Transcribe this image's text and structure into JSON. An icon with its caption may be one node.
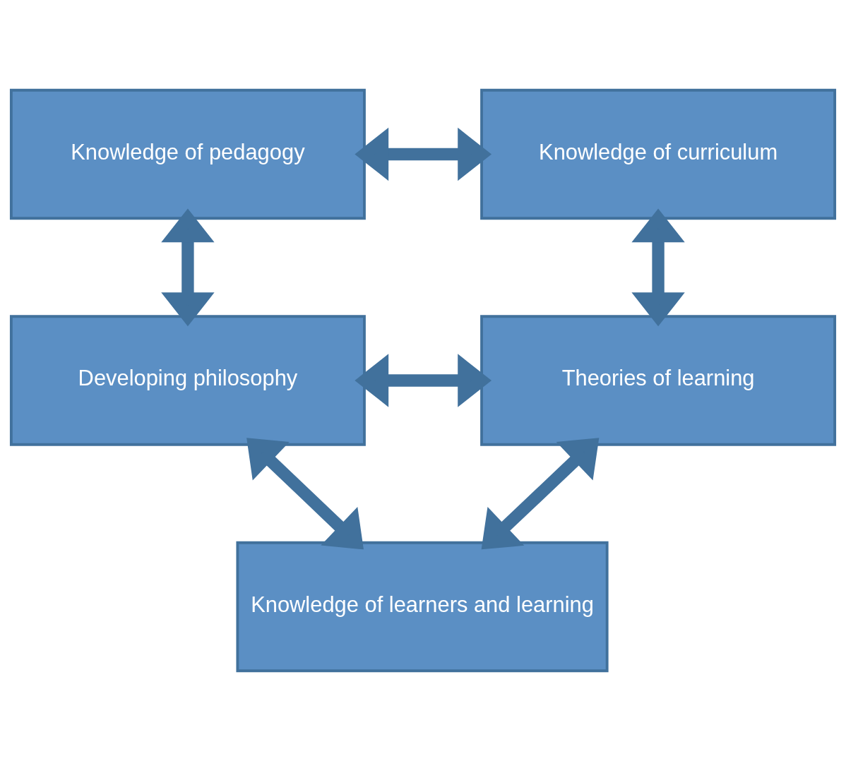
{
  "diagram": {
    "nodes": [
      {
        "text": [
          "Knowledge of pedagogy"
        ]
      },
      {
        "text": [
          "Knowledge of curriculum"
        ]
      },
      {
        "text": [
          "Developing philosophy"
        ]
      },
      {
        "text": [
          "Theories of learning"
        ]
      },
      {
        "text": [
          "Knowledge of learners and learning"
        ]
      }
    ],
    "edges": [
      {
        "from": 0,
        "to": 1,
        "arrow": "both"
      },
      {
        "from": 0,
        "to": 2,
        "arrow": "both"
      },
      {
        "from": 1,
        "to": 3,
        "arrow": "both"
      },
      {
        "from": 2,
        "to": 3,
        "arrow": "both"
      },
      {
        "from": 2,
        "to": 4,
        "arrow": "both"
      },
      {
        "from": 3,
        "to": 4,
        "arrow": "both"
      }
    ]
  }
}
